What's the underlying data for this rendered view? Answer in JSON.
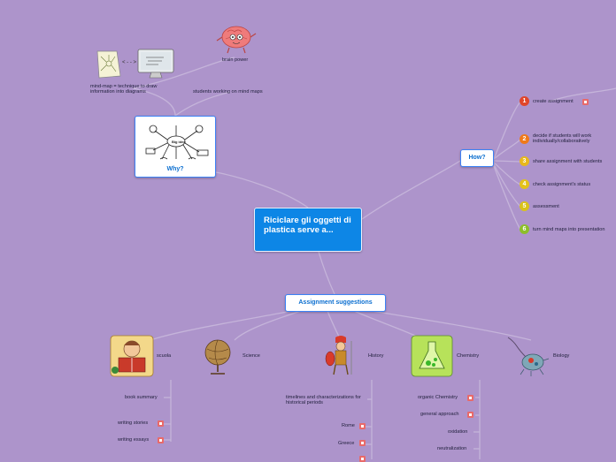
{
  "central": {
    "label": "Riciclare gli oggetti di plastica serve a..."
  },
  "why": {
    "label": "Why?",
    "children": {
      "mindmap_text": "mind-map = technique to draw information into diagrams",
      "students_text": "students working on mind maps",
      "brain_text": "brain power"
    }
  },
  "how": {
    "label": "How?",
    "steps": [
      {
        "num": "1",
        "label": "create assignment",
        "color": "#e0462a"
      },
      {
        "num": "2",
        "label": "decide if students will work individually/collaboratively",
        "color": "#ef7a1a"
      },
      {
        "num": "3",
        "label": "share assignment with students",
        "color": "#e8b81c"
      },
      {
        "num": "4",
        "label": "check assignment's status",
        "color": "#e3c21a"
      },
      {
        "num": "5",
        "label": "assessment",
        "color": "#d9c21a"
      },
      {
        "num": "6",
        "label": "turn mind maps into presentation",
        "color": "#8dbf2a"
      }
    ]
  },
  "assignments": {
    "label": "Assignment suggestions",
    "subjects": {
      "scuola": "scuola",
      "science": "Science",
      "history": "History",
      "chemistry": "Chemistry",
      "biology": "Biology"
    },
    "scuola_items": [
      "book summary",
      "writing stories",
      "writing essays"
    ],
    "history_items": [
      "timelines and characterizations for historical periods",
      "Rome",
      "Greece"
    ],
    "chemistry_items": [
      "organic Chemistry",
      "general approach",
      "oxidation",
      "neutralization"
    ]
  },
  "colors": {
    "background": "#ad94cb",
    "central": "#0d86e6",
    "topic_border": "#3b82f6",
    "topic_text": "#0c6fd0"
  }
}
